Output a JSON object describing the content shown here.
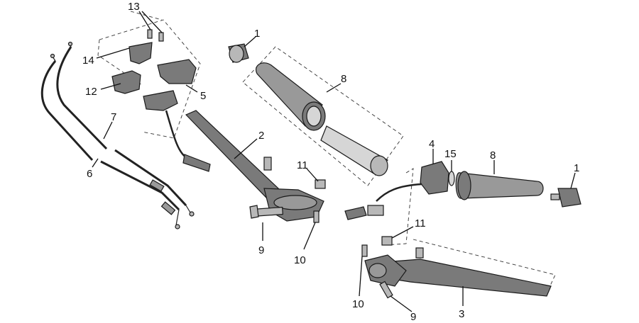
{
  "diagram": {
    "labels": {
      "p1a": "1",
      "p13": "13",
      "p14": "14",
      "p12": "12",
      "p5": "5",
      "p8a": "8",
      "p7": "7",
      "p6": "6",
      "p2": "2",
      "p11a": "11",
      "p4": "4",
      "p15": "15",
      "p8b": "8",
      "p1b": "1",
      "p11b": "11",
      "p9a": "9",
      "p10a": "10",
      "p10b": "10",
      "p9b": "9",
      "p3": "3"
    },
    "colors": {
      "metal": "#b8b8b8",
      "dark": "#7a7a7a",
      "grip": "#9a9a9a",
      "line": "#111111"
    }
  }
}
